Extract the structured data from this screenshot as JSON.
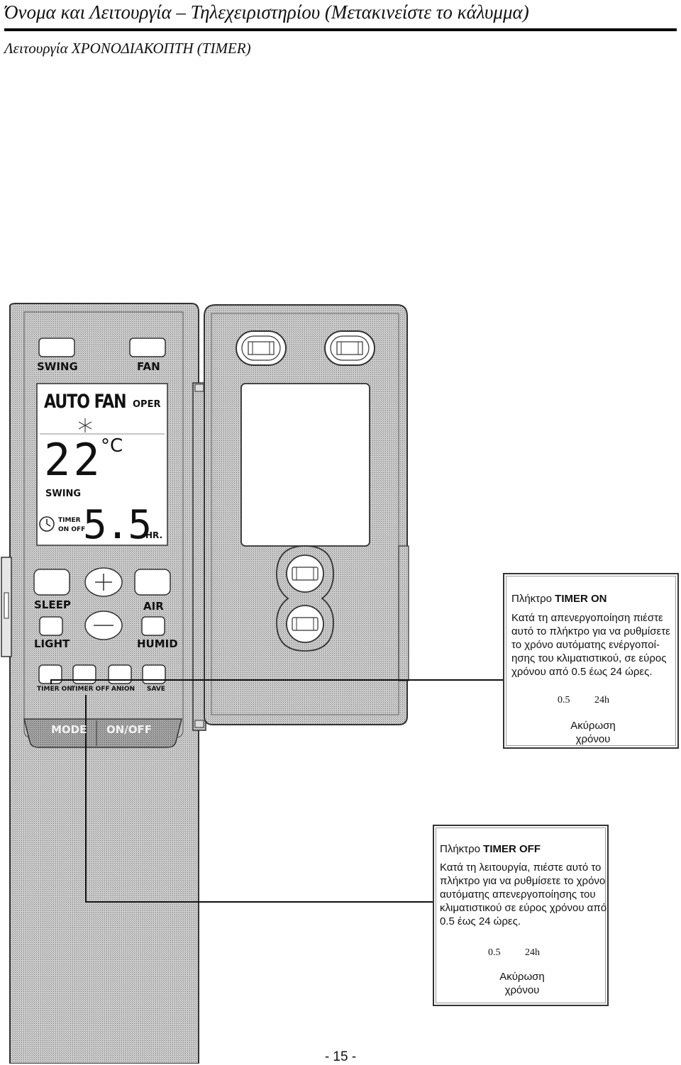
{
  "header": {
    "title": "Όνομα και Λειτουργία – Τηλεχειριστηρίου (Μετακινείστε το κάλυμμα)",
    "subtitle": "Λειτουργία ΧΡΟΝΟΔΙΑΚΟΠΤΗ (TIMER)"
  },
  "remote": {
    "buttons": {
      "swing": "SWING",
      "fan": "FAN",
      "sleep": "SLEEP",
      "air": "AIR",
      "light": "LIGHT",
      "humid": "HUMID",
      "timer_on": "TIMER ON",
      "timer_off": "TIMER OFF",
      "anion": "ANION",
      "save": "SAVE",
      "mode": "MODE",
      "on_off": "ON/OFF"
    },
    "display": {
      "mode_text": "AUTO FAN",
      "oper_text": "OPER",
      "temperature": "22",
      "temp_unit": "°C",
      "swing_text": "SWING",
      "timer_label": "TIMER",
      "timer_on_off": "ON OFF",
      "timer_value": "5.5",
      "hr_label": "HR."
    }
  },
  "callouts": {
    "timer_on": {
      "title_prefix": "Πλήκτρο",
      "title_key": "TIMER ON",
      "lines": [
        "Κατά τη απενεργοποίηση πιέστε",
        "αυτό το πλήκτρο για να ρυθμίσετε",
        "το χρόνο αυτόματης ενέργοποί-",
        "ησης του κλιματιστικού, σε εύρος",
        "χρόνου από 0.5 έως 24 ώρες."
      ],
      "cycle_start": "0.5",
      "cycle_end": "24h",
      "cancel_lines": [
        "Ακύρωση",
        "χρόνου"
      ]
    },
    "timer_off": {
      "title_prefix": "Πλήκτρο",
      "title_key": "TIMER OFF",
      "lines": [
        "Κατά τη λειτουργία, πιέστε αυτό το",
        "πλήκτρο για να ρυθμίσετε το χρόνο",
        "αυτόματης απενεργοποίησης του",
        "κλιματιστικού σε εύρος χρόνου από",
        "0.5 έως 24 ώρες."
      ],
      "cycle_start": "0.5",
      "cycle_end": "24h",
      "cancel_lines": [
        "Ακύρωση",
        "χρόνου"
      ]
    }
  },
  "footer": {
    "page_number": "- 15 -"
  }
}
